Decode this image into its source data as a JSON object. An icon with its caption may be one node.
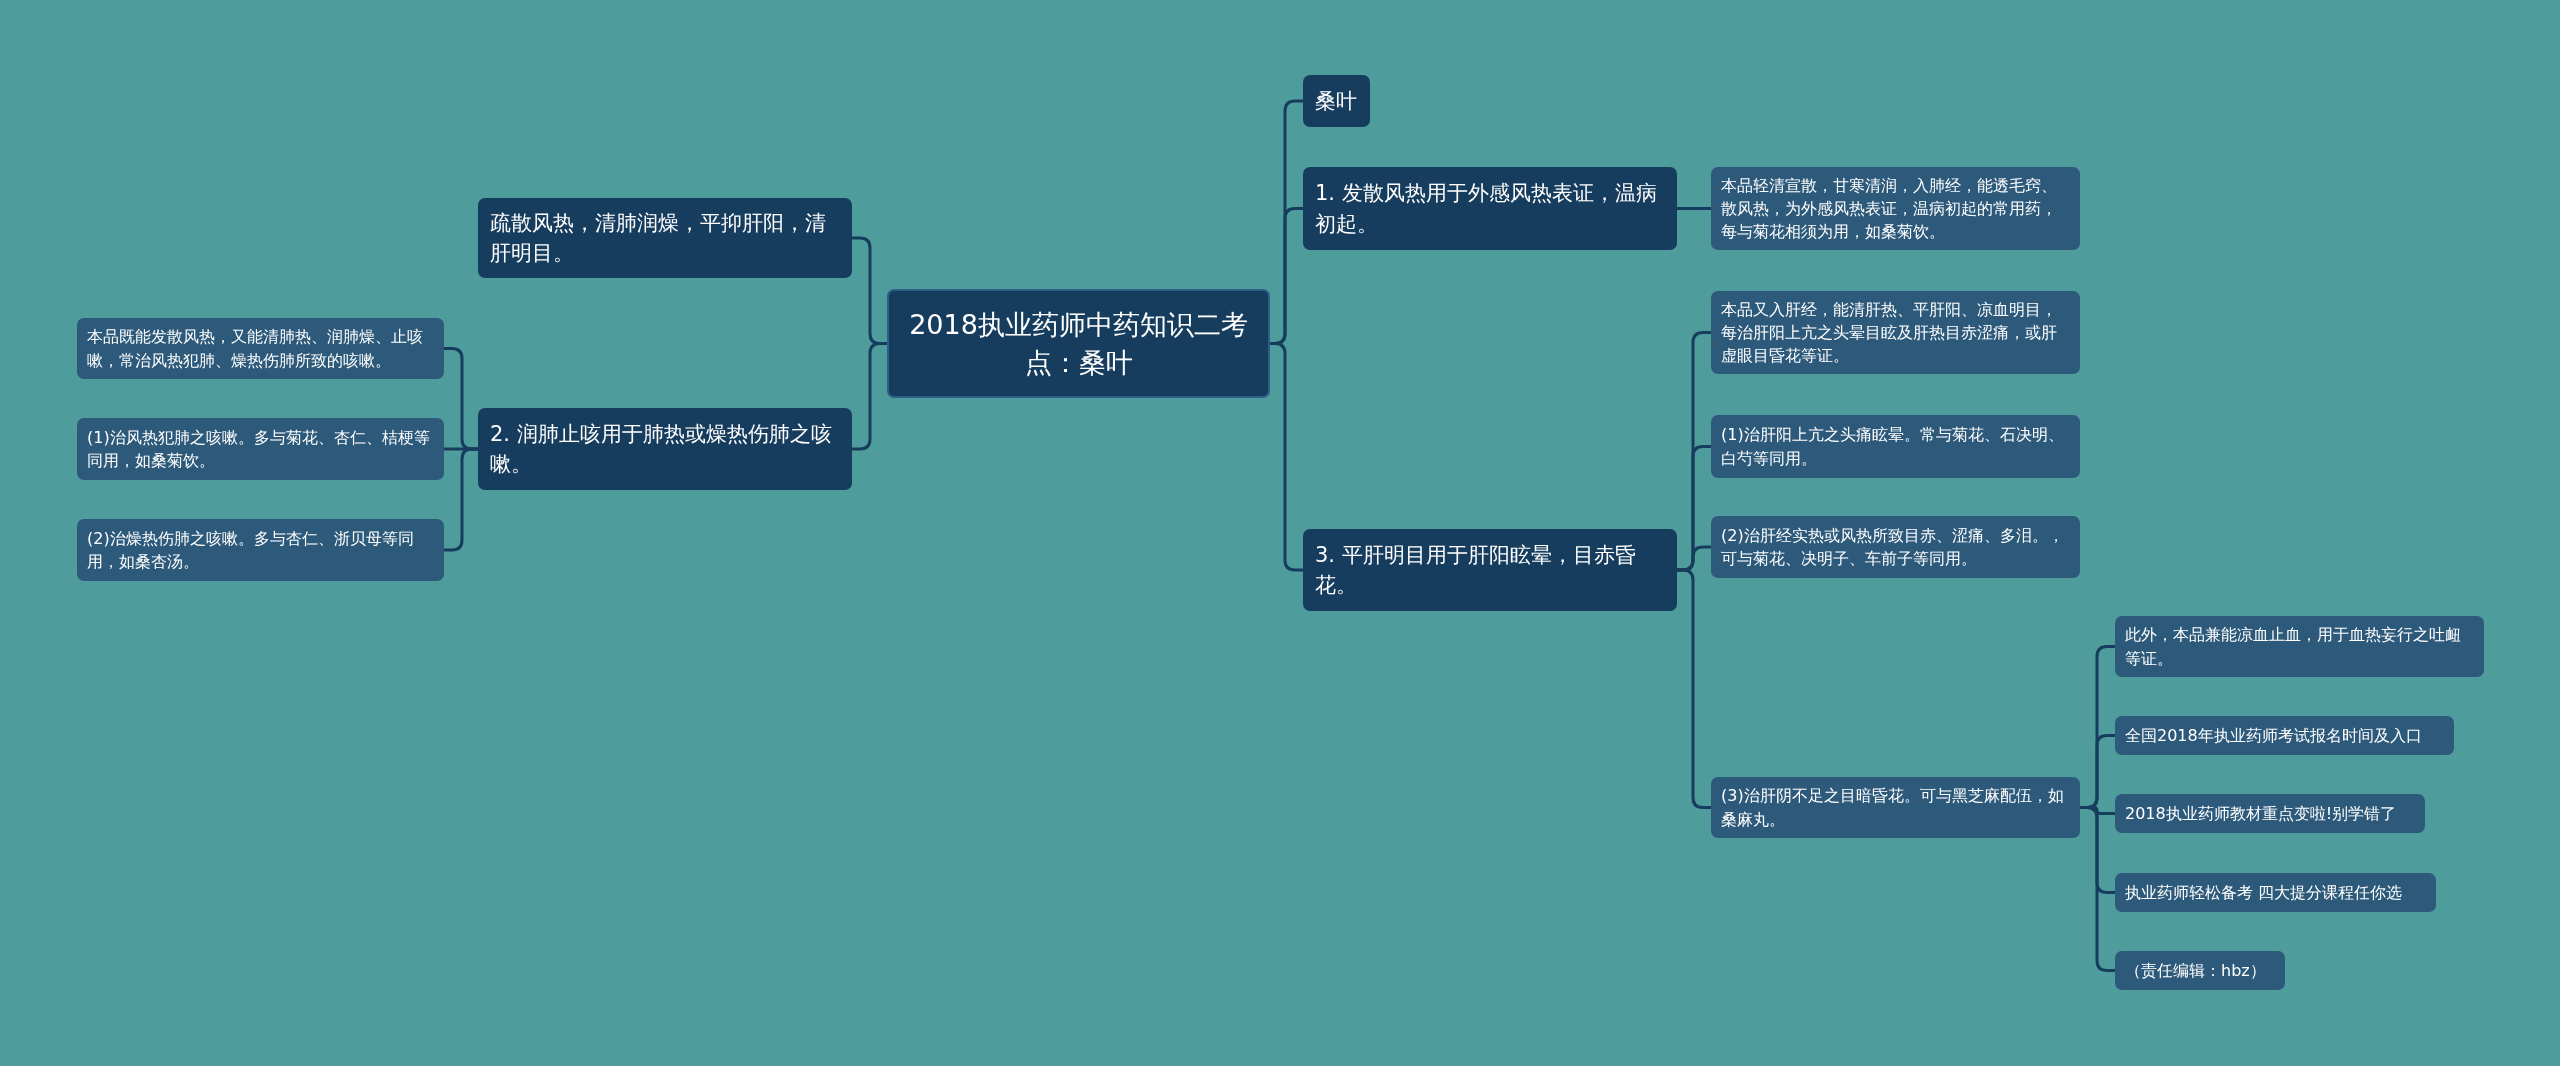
{
  "diagram": {
    "nodes": [
      {
        "text": [
          "2018执业药师中药知识二考点：桑叶"
        ]
      },
      {
        "text": [
          "疏散风热，清肺润燥，平抑肝阳，清肝明目。"
        ]
      },
      {
        "text": [
          "2. 润肺止咳用于肺热或燥热伤肺之咳嗽。"
        ]
      },
      {
        "text": [
          "本品既能发散风热，又能清肺热、润肺燥、止咳嗽，常治风热犯肺、燥热伤肺所致的咳嗽。"
        ]
      },
      {
        "text": [
          "(1)治风热犯肺之咳嗽。多与菊花、杏仁、桔梗等同用，如桑菊饮。"
        ]
      },
      {
        "text": [
          "(2)治燥热伤肺之咳嗽。多与杏仁、浙贝母等同用，如桑杏汤。"
        ]
      },
      {
        "text": [
          "桑叶"
        ]
      },
      {
        "text": [
          "1. 发散风热用于外感风热表证，温病初起。"
        ]
      },
      {
        "text": [
          "本品轻清宣散，甘寒清润，入肺经，能透毛窍、散风热，为外感风热表证，温病初起的常用药，每与菊花相须为用，如桑菊饮。"
        ]
      },
      {
        "text": [
          "3. 平肝明目用于肝阳眩晕，目赤昏花。"
        ]
      },
      {
        "text": [
          "本品又入肝经，能清肝热、平肝阳、凉血明目，每治肝阳上亢之头晕目眩及肝热目赤涩痛，或肝虚眼目昏花等证。"
        ]
      },
      {
        "text": [
          "(1)治肝阳上亢之头痛眩晕。常与菊花、石决明、白芍等同用。"
        ]
      },
      {
        "text": [
          "(2)治肝经实热或风热所致目赤、涩痛、多泪。，可与菊花、决明子、车前子等同用。"
        ]
      },
      {
        "text": [
          "(3)治肝阴不足之目暗昏花。可与黑芝麻配伍，如桑麻丸。"
        ]
      },
      {
        "text": [
          "此外，本品兼能凉血止血，用于血热妄行之吐衄等证。"
        ]
      },
      {
        "text": [
          "全国2018年执业药师考试报名时间及入口"
        ]
      },
      {
        "text": [
          "2018执业药师教材重点变啦!别学错了"
        ]
      },
      {
        "text": [
          "执业药师轻松备考 四大提分课程任你选"
        ]
      },
      {
        "text": [
          "（责任编辑：hbz）"
        ]
      }
    ],
    "edges": [
      {
        "from": 0,
        "to": 1,
        "arrow": "none"
      },
      {
        "from": 0,
        "to": 2,
        "arrow": "none"
      },
      {
        "from": 2,
        "to": 3,
        "arrow": "none"
      },
      {
        "from": 2,
        "to": 4,
        "arrow": "none"
      },
      {
        "from": 2,
        "to": 5,
        "arrow": "none"
      },
      {
        "from": 0,
        "to": 6,
        "arrow": "none"
      },
      {
        "from": 0,
        "to": 7,
        "arrow": "none"
      },
      {
        "from": 7,
        "to": 8,
        "arrow": "none"
      },
      {
        "from": 0,
        "to": 9,
        "arrow": "none"
      },
      {
        "from": 9,
        "to": 10,
        "arrow": "none"
      },
      {
        "from": 9,
        "to": 11,
        "arrow": "none"
      },
      {
        "from": 9,
        "to": 12,
        "arrow": "none"
      },
      {
        "from": 9,
        "to": 13,
        "arrow": "none"
      },
      {
        "from": 13,
        "to": 14,
        "arrow": "none"
      },
      {
        "from": 13,
        "to": 15,
        "arrow": "none"
      },
      {
        "from": 13,
        "to": 16,
        "arrow": "none"
      },
      {
        "from": 13,
        "to": 17,
        "arrow": "none"
      },
      {
        "from": 13,
        "to": 18,
        "arrow": "none"
      }
    ]
  }
}
